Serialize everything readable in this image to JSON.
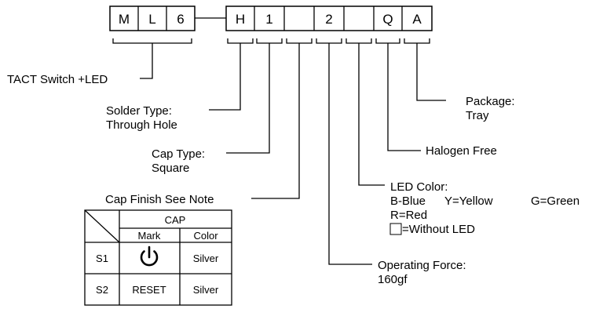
{
  "part_number": {
    "group1": [
      "M",
      "L",
      "6"
    ],
    "group2": [
      "H",
      "1",
      "",
      "2",
      "",
      "Q",
      "A"
    ]
  },
  "labels": {
    "series": "TACT Switch +LED",
    "solder_title": "Solder Type:",
    "solder_value": "Through Hole",
    "cap_type_title": "Cap Type:",
    "cap_type_value": "Square",
    "cap_finish": "Cap Finish See Note",
    "package_title": "Package:",
    "package_value": "Tray",
    "halogen": "Halogen Free",
    "led_title": "LED Color:",
    "led_line1_a": "B-Blue",
    "led_line1_b": "Y=Yellow",
    "led_line1_c": "G=Green",
    "led_line2": "R=Red",
    "led_line3": "=Without LED",
    "force_title": "Operating Force:",
    "force_value": "160gf"
  },
  "cap_table": {
    "header": "CAP",
    "col_mark": "Mark",
    "col_color": "Color",
    "rows": [
      {
        "id": "S1",
        "mark_icon": "power-icon",
        "color": "Silver"
      },
      {
        "id": "S2",
        "mark": "RESET",
        "color": "Silver"
      }
    ]
  }
}
